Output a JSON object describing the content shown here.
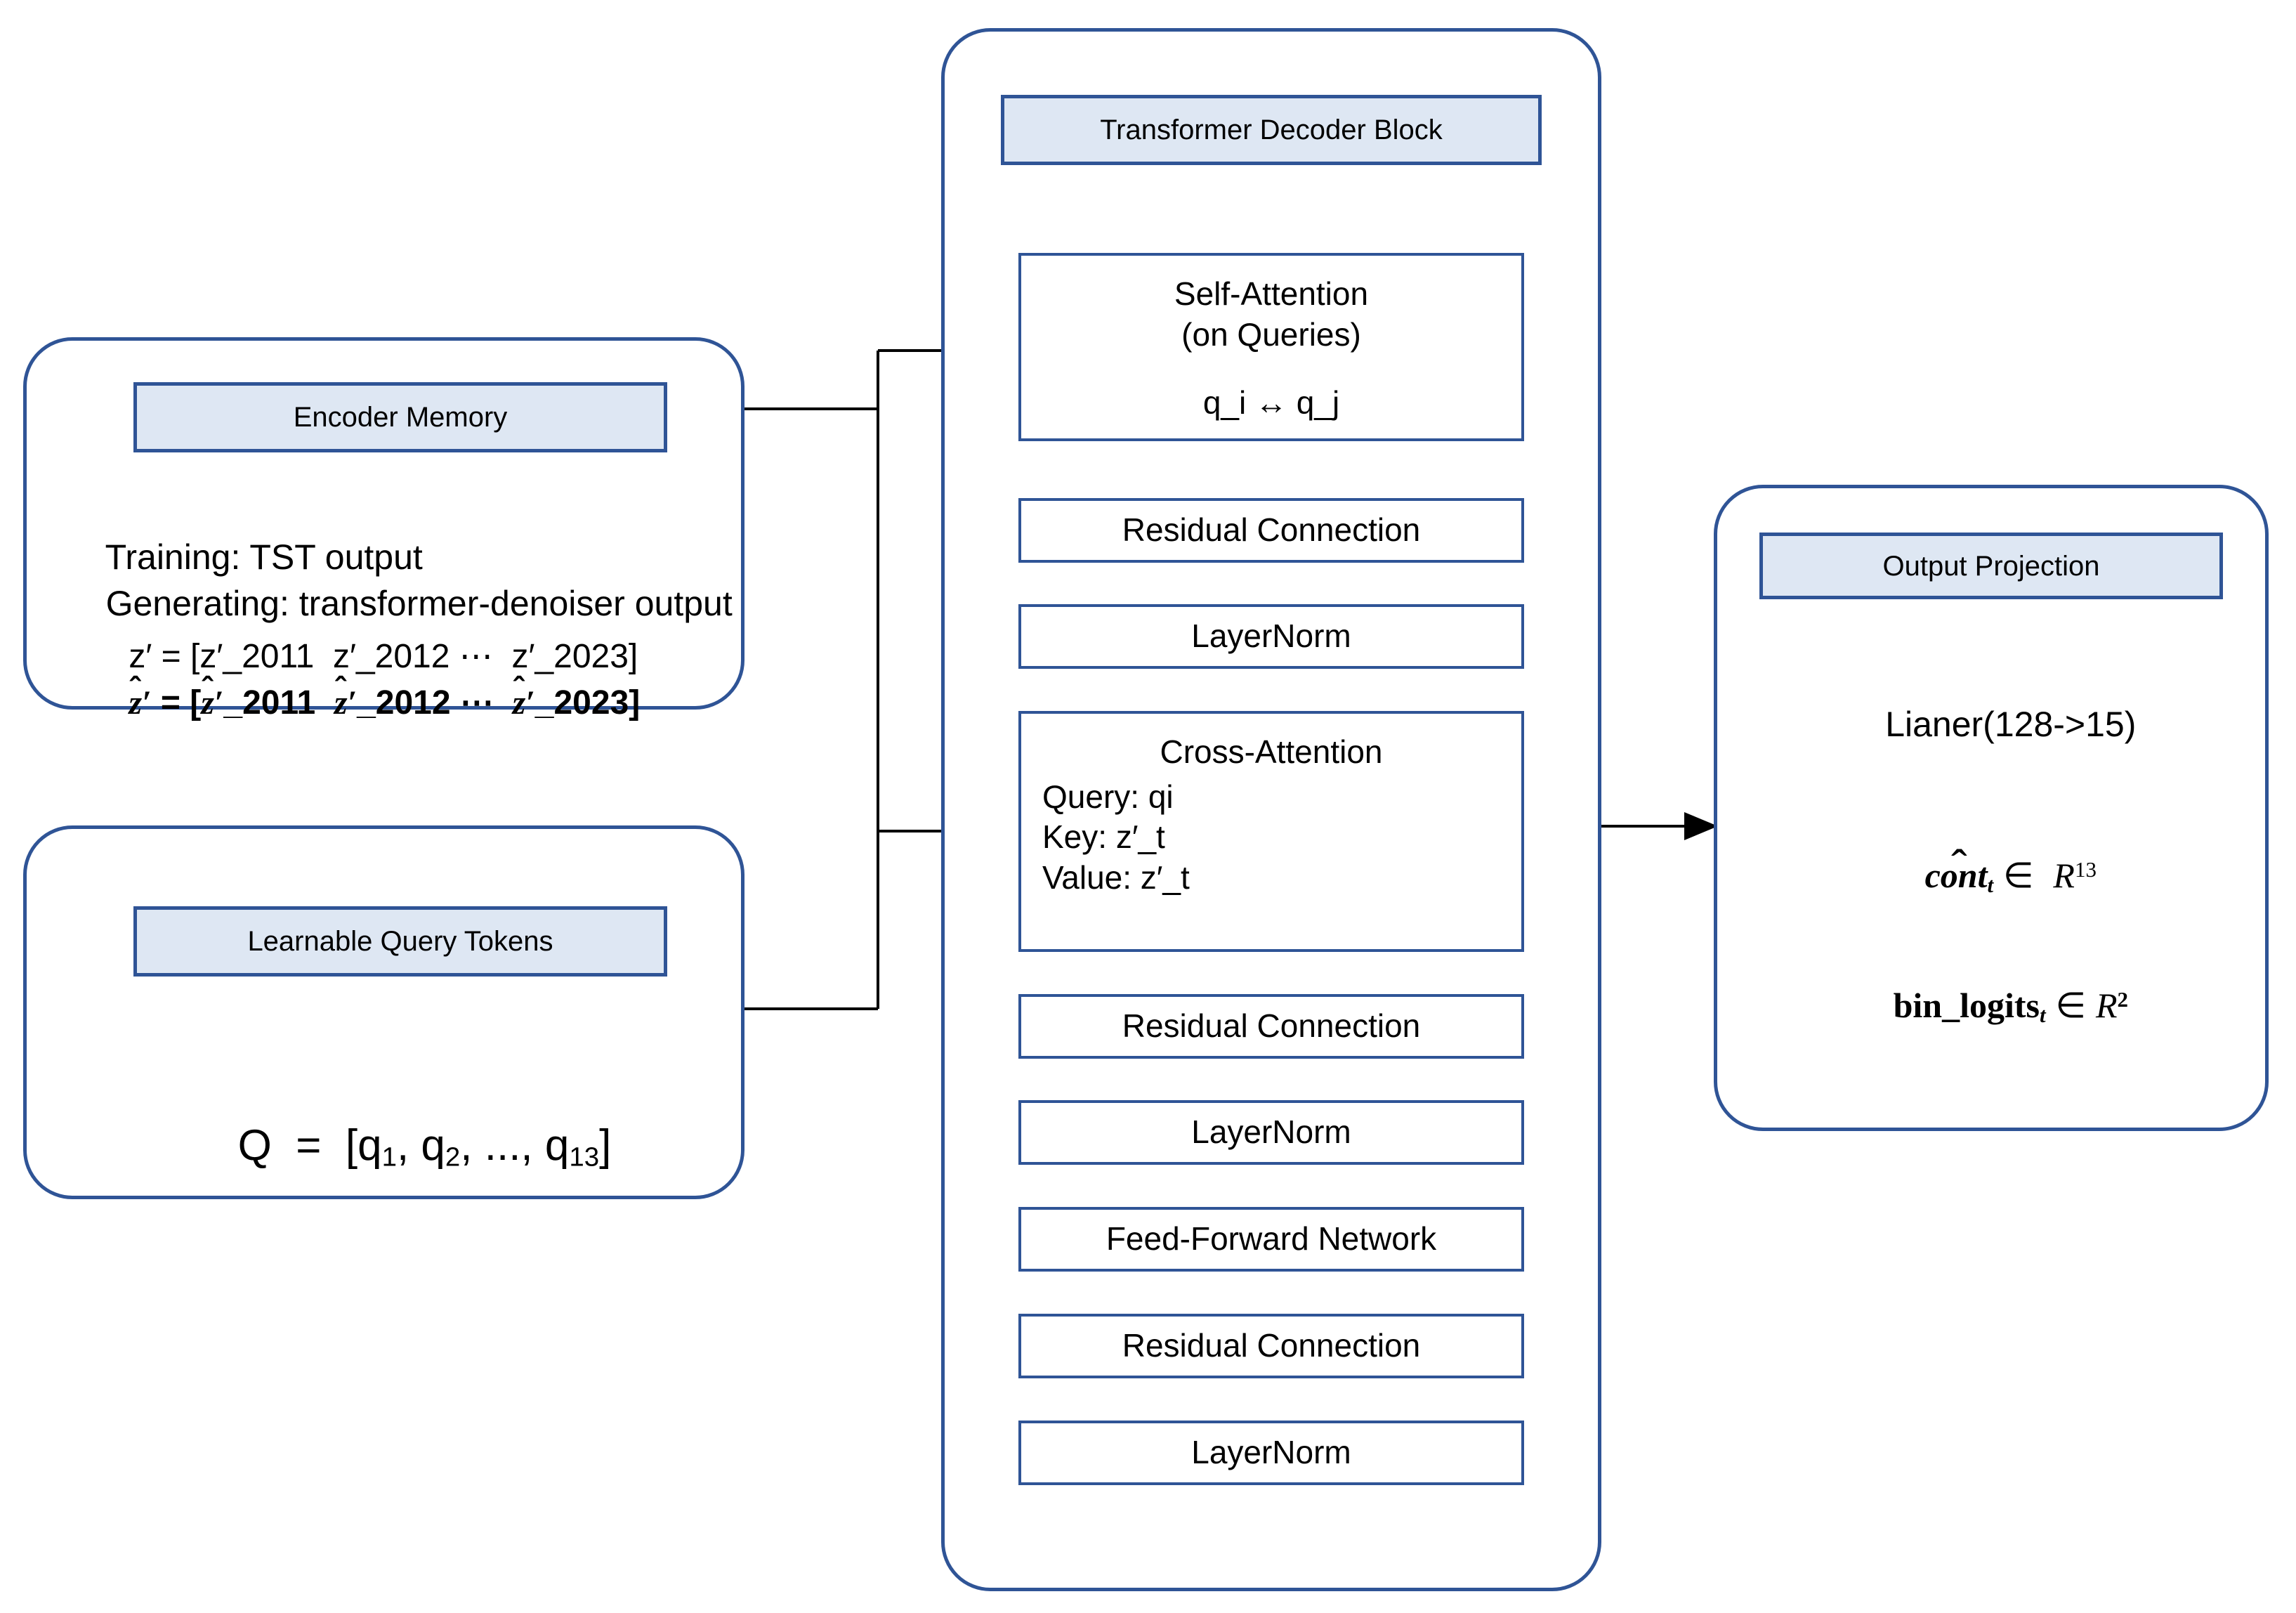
{
  "diagram": {
    "title": "Transformer Decoder Block architecture diagram",
    "colors": {
      "border": "#2f5496",
      "chip_fill": "#dee7f3",
      "canvas": "#ffffff",
      "arrow": "#000000"
    }
  },
  "encoder_memory": {
    "header": "Encoder Memory",
    "line_training": "Training: TST output",
    "line_generating": "Generating: transformer-denoiser output",
    "formula_z_lhs": "z′",
    "formula_z": "z′ = [z′_2011  z′_2012 ⋯  z′_2023]",
    "formula_zhat": "ẑ′ = [ẑ′_2011  ẑ′_2012 ⋯  ẑ′_2023]",
    "zhat_parts": {
      "lhs_base": "z",
      "prime": "′",
      "eq": " = [",
      "y1": "_2011",
      "y2": "_2012",
      "dots": "⋯",
      "y3": "_2023",
      "close": "]"
    }
  },
  "learnable_query_tokens": {
    "header": "Learnable Query Tokens",
    "formula": "Q = [q₁, q₂, ..., q₁₃]",
    "formula_parts": {
      "lead": "Q  =  [q",
      "i1": "1",
      "sep1": ", q",
      "i2": "2",
      "sep2": ", ..., q",
      "i3": "13",
      "close": "]"
    }
  },
  "decoder": {
    "header": "Transformer Decoder Block",
    "self_attention": {
      "title": "Self-Attention",
      "subtitle": "(on Queries)",
      "formula": "q_i ↔ q_j"
    },
    "cross_attention": {
      "title": "Cross-Attention",
      "query": "Query: qi",
      "key": "Key: z′_t",
      "value": "Value: z′_t"
    },
    "steps": [
      "Residual Connection",
      "LayerNorm",
      "Residual Connection",
      "LayerNorm",
      "Feed-Forward Network",
      "Residual Connection",
      "LayerNorm"
    ]
  },
  "output_projection": {
    "header": "Output Projection",
    "linear": "Lianer(128->15)",
    "cont_line": "cont̂_t ∈ R^13",
    "bin_line": "bin_logits_t ∈ R^2",
    "cont_parts": {
      "base": "cont",
      "sub": "t",
      "in": "∈",
      "R": "R",
      "sup": "13"
    },
    "bin_parts": {
      "base": "bin_logits",
      "sub": "t",
      "in": "∈",
      "R": "R",
      "sup": "2"
    }
  }
}
